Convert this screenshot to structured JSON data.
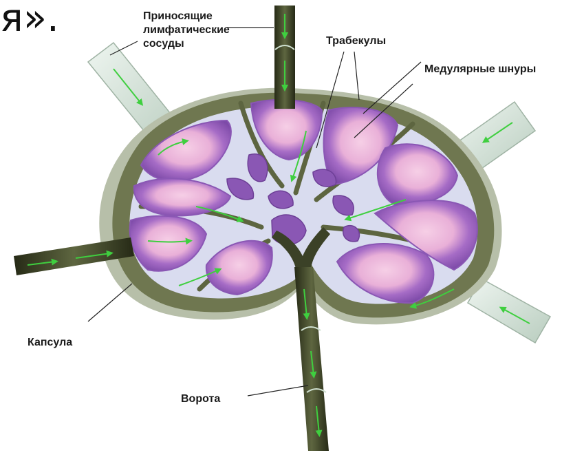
{
  "header_fragment": "я».",
  "labels": {
    "afferent": [
      "Приносящие",
      "лимфатические",
      "сосуды"
    ],
    "trabeculae": "Трабекулы",
    "medullary_cords": "Медулярные шнуры",
    "capsule": "Капсула",
    "hilum": "Ворота"
  },
  "colors": {
    "capsule": "#6f7750",
    "capsule_outer": "#aab39c",
    "sinus": "#d9dcef",
    "lobule_outer": "#8a57b4",
    "lobule_inner": "#f1c2e0",
    "vessel_light": "#d8e8e0",
    "vessel_dark": "#3b4127",
    "arrow": "#3fcf3f"
  }
}
